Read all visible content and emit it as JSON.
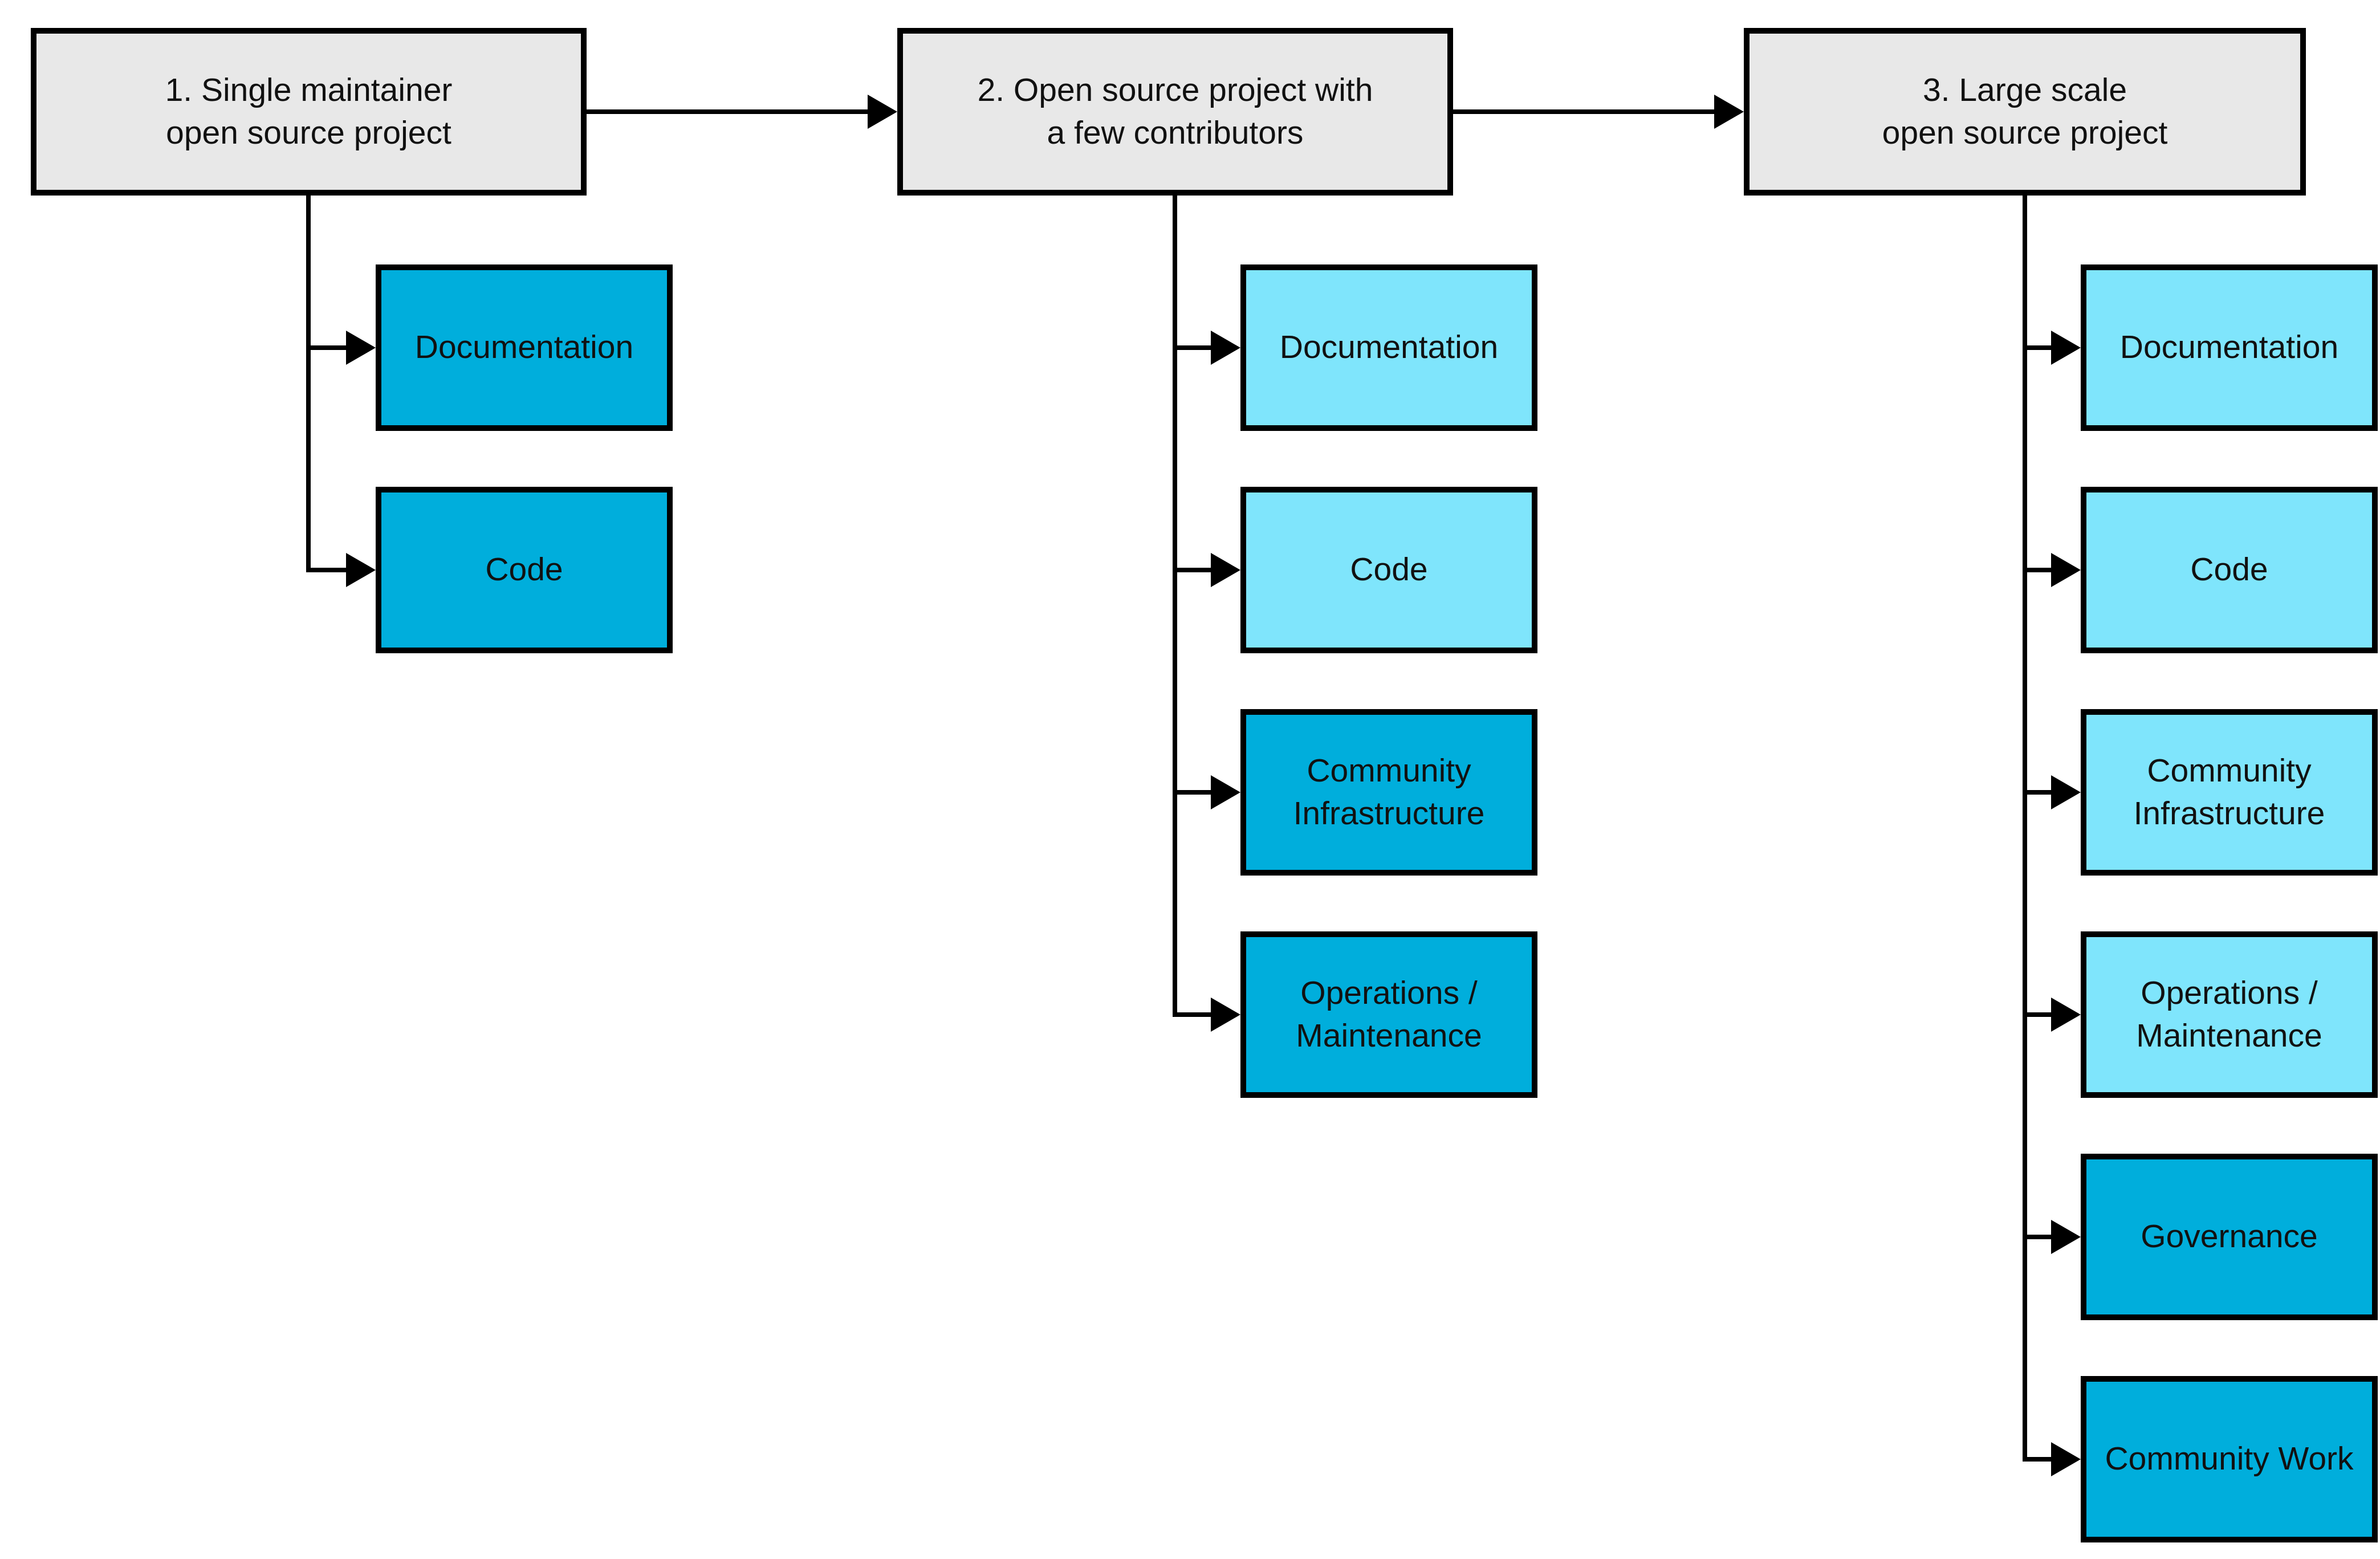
{
  "diagram": {
    "columns": [
      {
        "header": {
          "label": "1. Single maintainer\nopen source project"
        },
        "children": [
          {
            "label": "Documentation",
            "variant": "dark"
          },
          {
            "label": "Code",
            "variant": "dark"
          }
        ]
      },
      {
        "header": {
          "label": "2. Open source project with\na few contributors"
        },
        "children": [
          {
            "label": "Documentation",
            "variant": "light"
          },
          {
            "label": "Code",
            "variant": "light"
          },
          {
            "label": "Community Infrastructure",
            "variant": "dark"
          },
          {
            "label": "Operations / Maintenance",
            "variant": "dark"
          }
        ]
      },
      {
        "header": {
          "label": "3. Large scale\nopen source project"
        },
        "children": [
          {
            "label": "Documentation",
            "variant": "light"
          },
          {
            "label": "Code",
            "variant": "light"
          },
          {
            "label": "Community Infrastructure",
            "variant": "light"
          },
          {
            "label": "Operations / Maintenance",
            "variant": "light"
          },
          {
            "label": "Governance",
            "variant": "dark"
          },
          {
            "label": "Community Work",
            "variant": "dark"
          }
        ]
      }
    ],
    "colors": {
      "box-dark": "#00AEDC",
      "box-light": "#7FE5FC",
      "header-fill": "#E8E8E8",
      "line": "#000000",
      "text": "#111111",
      "background": "#FFFFFF"
    }
  }
}
